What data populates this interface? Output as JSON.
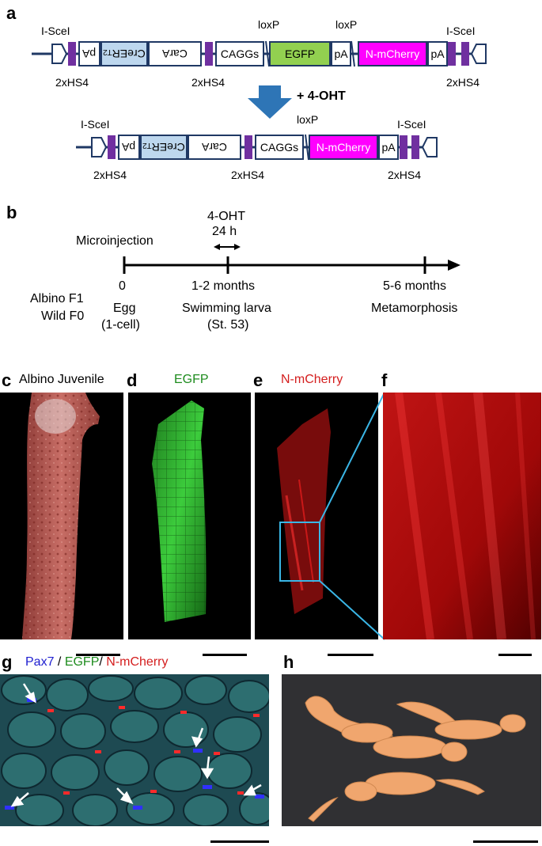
{
  "panels": {
    "a": "a",
    "b": "b",
    "c": "c",
    "d": "d",
    "e": "e",
    "f": "f",
    "g": "g",
    "h": "h"
  },
  "construct": {
    "isce_left": "I-SceI",
    "isce_right": "I-SceI",
    "loxp_1": "loxP",
    "loxp_2": "loxP",
    "pa": "pA",
    "creert2_main": "CreER",
    "creert2_sub": "T2",
    "cara": "CarA",
    "caggs": "CAGGs",
    "egfp": "EGFP",
    "nmcherry": "N-mCherry",
    "hs4": "2xHS4",
    "treatment": "+ 4-OHT"
  },
  "colors": {
    "purple": "#7030a0",
    "light_blue": "#bdd7ee",
    "green": "#92d050",
    "magenta": "#ff00ff",
    "navy": "#1f3864",
    "arrow_blue": "#2e75b6",
    "egfp_title": "#1e8c1e",
    "mcherry_title": "#d41e1e",
    "pax7_title": "#2020d0",
    "zoom_line": "#3ab6e6"
  },
  "timeline": {
    "microinjection": "Microinjection",
    "ohttop": "4-OHT",
    "ohtdur": "24 h",
    "t0": "0",
    "t1": "1-2 months",
    "t2": "5-6 months",
    "albino": "Albino F1",
    "wild": "Wild F0",
    "egg": "Egg",
    "onecell": "(1-cell)",
    "swim": "Swimming larva",
    "stage": "(St. 53)",
    "meta": "Metamorphosis"
  },
  "titles": {
    "c": "Albino Juvenile",
    "d": "EGFP",
    "e": "N-mCherry",
    "g_pax7": "Pax7",
    "g_sep1": " / ",
    "g_egfp": "EGFP",
    "g_sep2": "/ ",
    "g_mcherry": "N-mCherry"
  }
}
